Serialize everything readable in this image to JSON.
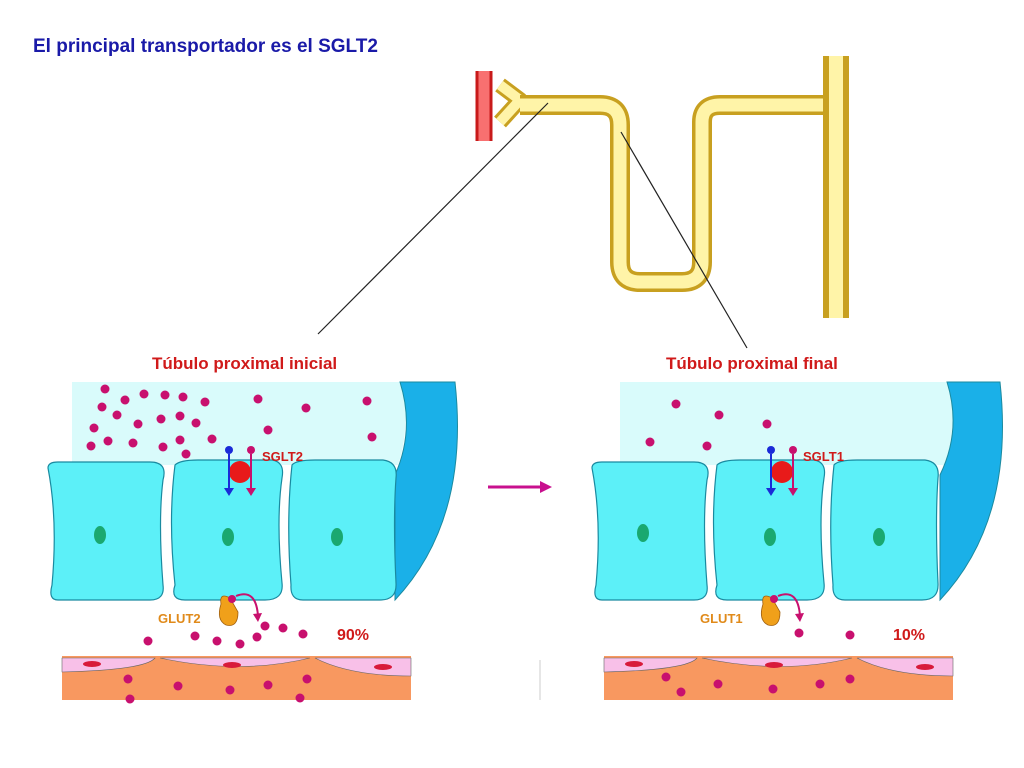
{
  "title": "El principal transportador es el SGLT2",
  "colors": {
    "title": "#1a1aa8",
    "label_red": "#d01a1a",
    "label_orange": "#e08a1a",
    "nephron_fill": "#fff4a8",
    "nephron_stroke": "#c8a020",
    "lumen": "#d9fbfb",
    "cell": "#5cf0f8",
    "cell_stroke": "#1a8aa0",
    "wall": "#1ab0e8",
    "nucleus": "#1aa870",
    "glucose": "#c8106e",
    "sodium": "#1a2ad8",
    "transporter_red": "#e81a1a",
    "glut": "#f0a01a",
    "arrow": "#c8108e",
    "interstitium": "#f8f0f8",
    "endothelium": "#f8c0e8",
    "blood": "#f89860",
    "rbc": "#d81a3a",
    "glomerulus_fill": "#f87070",
    "glomerulus_stroke": "#c81a1a"
  },
  "panels": [
    {
      "title": "Túbulo proximal inicial",
      "apical_transporter": "SGLT2",
      "basolateral_transporter": "GLUT2",
      "percentage": "90%"
    },
    {
      "title": "Túbulo proximal final",
      "apical_transporter": "SGLT1",
      "basolateral_transporter": "GLUT1",
      "percentage": "10%"
    }
  ]
}
